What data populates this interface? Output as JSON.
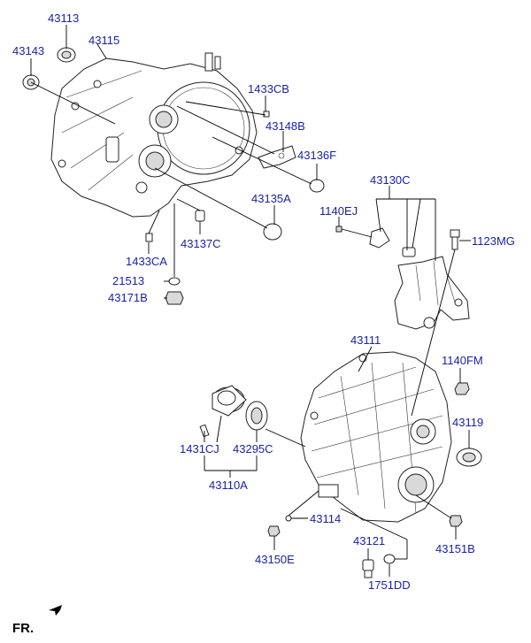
{
  "diagram": {
    "fr_label": "FR.",
    "labels": {
      "43113": "43113",
      "43143": "43143",
      "43115": "43115",
      "1433CB": "1433CB",
      "43148B": "43148B",
      "43136F": "43136F",
      "43135A": "43135A",
      "43137C": "43137C",
      "1433CA": "1433CA",
      "21513": "21513",
      "43171B": "43171B",
      "43130C": "43130C",
      "1140EJ": "1140EJ",
      "1123MG": "1123MG",
      "43111": "43111",
      "1140FM": "1140FM",
      "43119": "43119",
      "1431CJ": "1431CJ",
      "43295C": "43295C",
      "43110A": "43110A",
      "43114": "43114",
      "43150E": "43150E",
      "43121": "43121",
      "43151B": "43151B",
      "1751DD": "1751DD"
    },
    "colors": {
      "label": "#1a22a8",
      "line": "#000000"
    }
  }
}
